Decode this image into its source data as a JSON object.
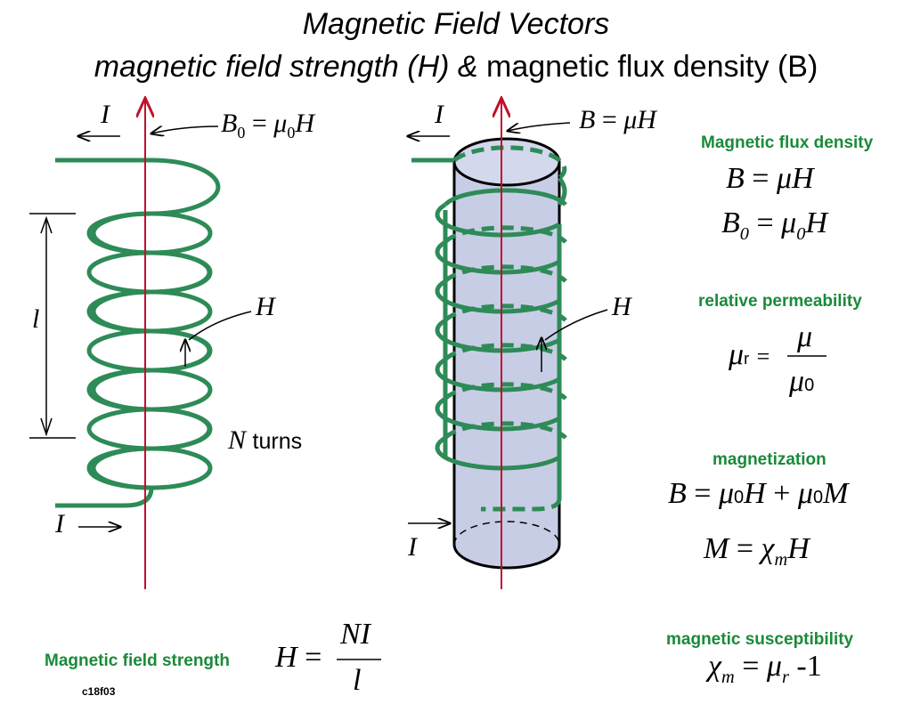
{
  "title": {
    "line1": "Magnetic Field Vectors",
    "line2_italic": "magnetic field strength (H) &",
    "line2_normal": " magnetic flux density (B)"
  },
  "figure_left": {
    "current_top": "I",
    "current_bottom": "I",
    "field_eq": "B0 = μ0H",
    "length": "l",
    "h_label": "H",
    "turns": "N turns"
  },
  "figure_right": {
    "current_top": "I",
    "current_bottom": "I",
    "field_eq": "B = μH",
    "h_label": "H"
  },
  "sections": {
    "flux_density": "Magnetic flux density",
    "permeability": "relative permeability",
    "magnetization": "magnetization",
    "susceptibility": "magnetic susceptibility",
    "field_strength": "Magnetic field strength"
  },
  "equations": {
    "b_mu_h": "B = μH",
    "b0_mu0_h": "B0 = μ0H",
    "mu_r": "μr = μ / μ0",
    "magnetization": "B = μ0H + μ0M",
    "m_chi_h": "M = χmH",
    "chi_m": "χm = μr -1",
    "h_ni_l": "H = NI / l"
  },
  "caption": "c18f03",
  "colors": {
    "coil": "#2e8b57",
    "axis": "#c0102c",
    "label_green": "#1a8a3a",
    "core": "#c8cde6"
  }
}
